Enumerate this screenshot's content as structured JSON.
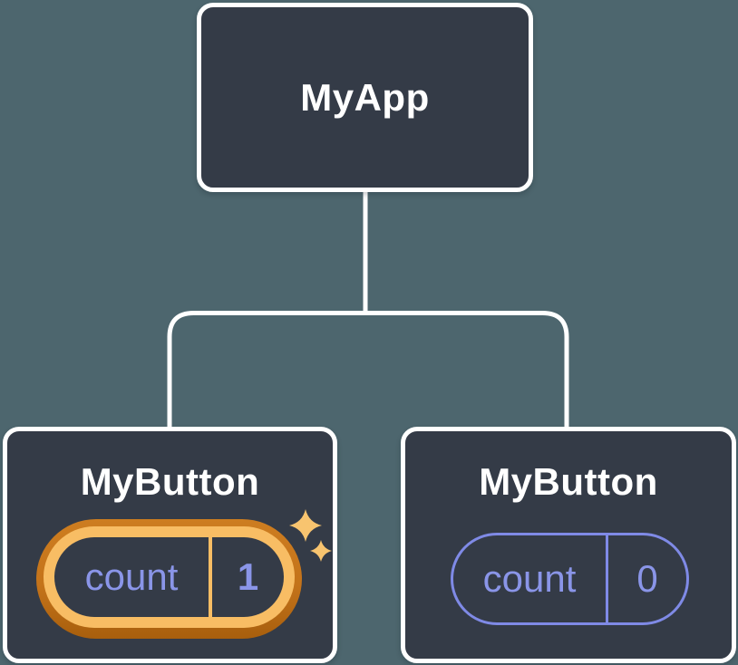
{
  "diagram": {
    "kind": "component-tree"
  },
  "tree": {
    "root": {
      "label": "MyApp"
    },
    "children": [
      {
        "label": "MyButton",
        "state": {
          "name": "count",
          "value": "1"
        },
        "highlighted": true
      },
      {
        "label": "MyButton",
        "state": {
          "name": "count",
          "value": "0"
        },
        "highlighted": false
      }
    ]
  },
  "icons": {
    "sparkle": "sparkle-icon"
  },
  "colors": {
    "background": "#4d666e",
    "node_fill": "#343b47",
    "node_border": "#ffffff",
    "label_text": "#ffffff",
    "connector": "#ffffff",
    "state_text": "#8a95e8",
    "state_pill_border": "#7f8ae6",
    "highlight_ring_outer": "#c4731a",
    "highlight_ring_inner": "#f8bd64",
    "sparkle": "#f8c46f"
  }
}
